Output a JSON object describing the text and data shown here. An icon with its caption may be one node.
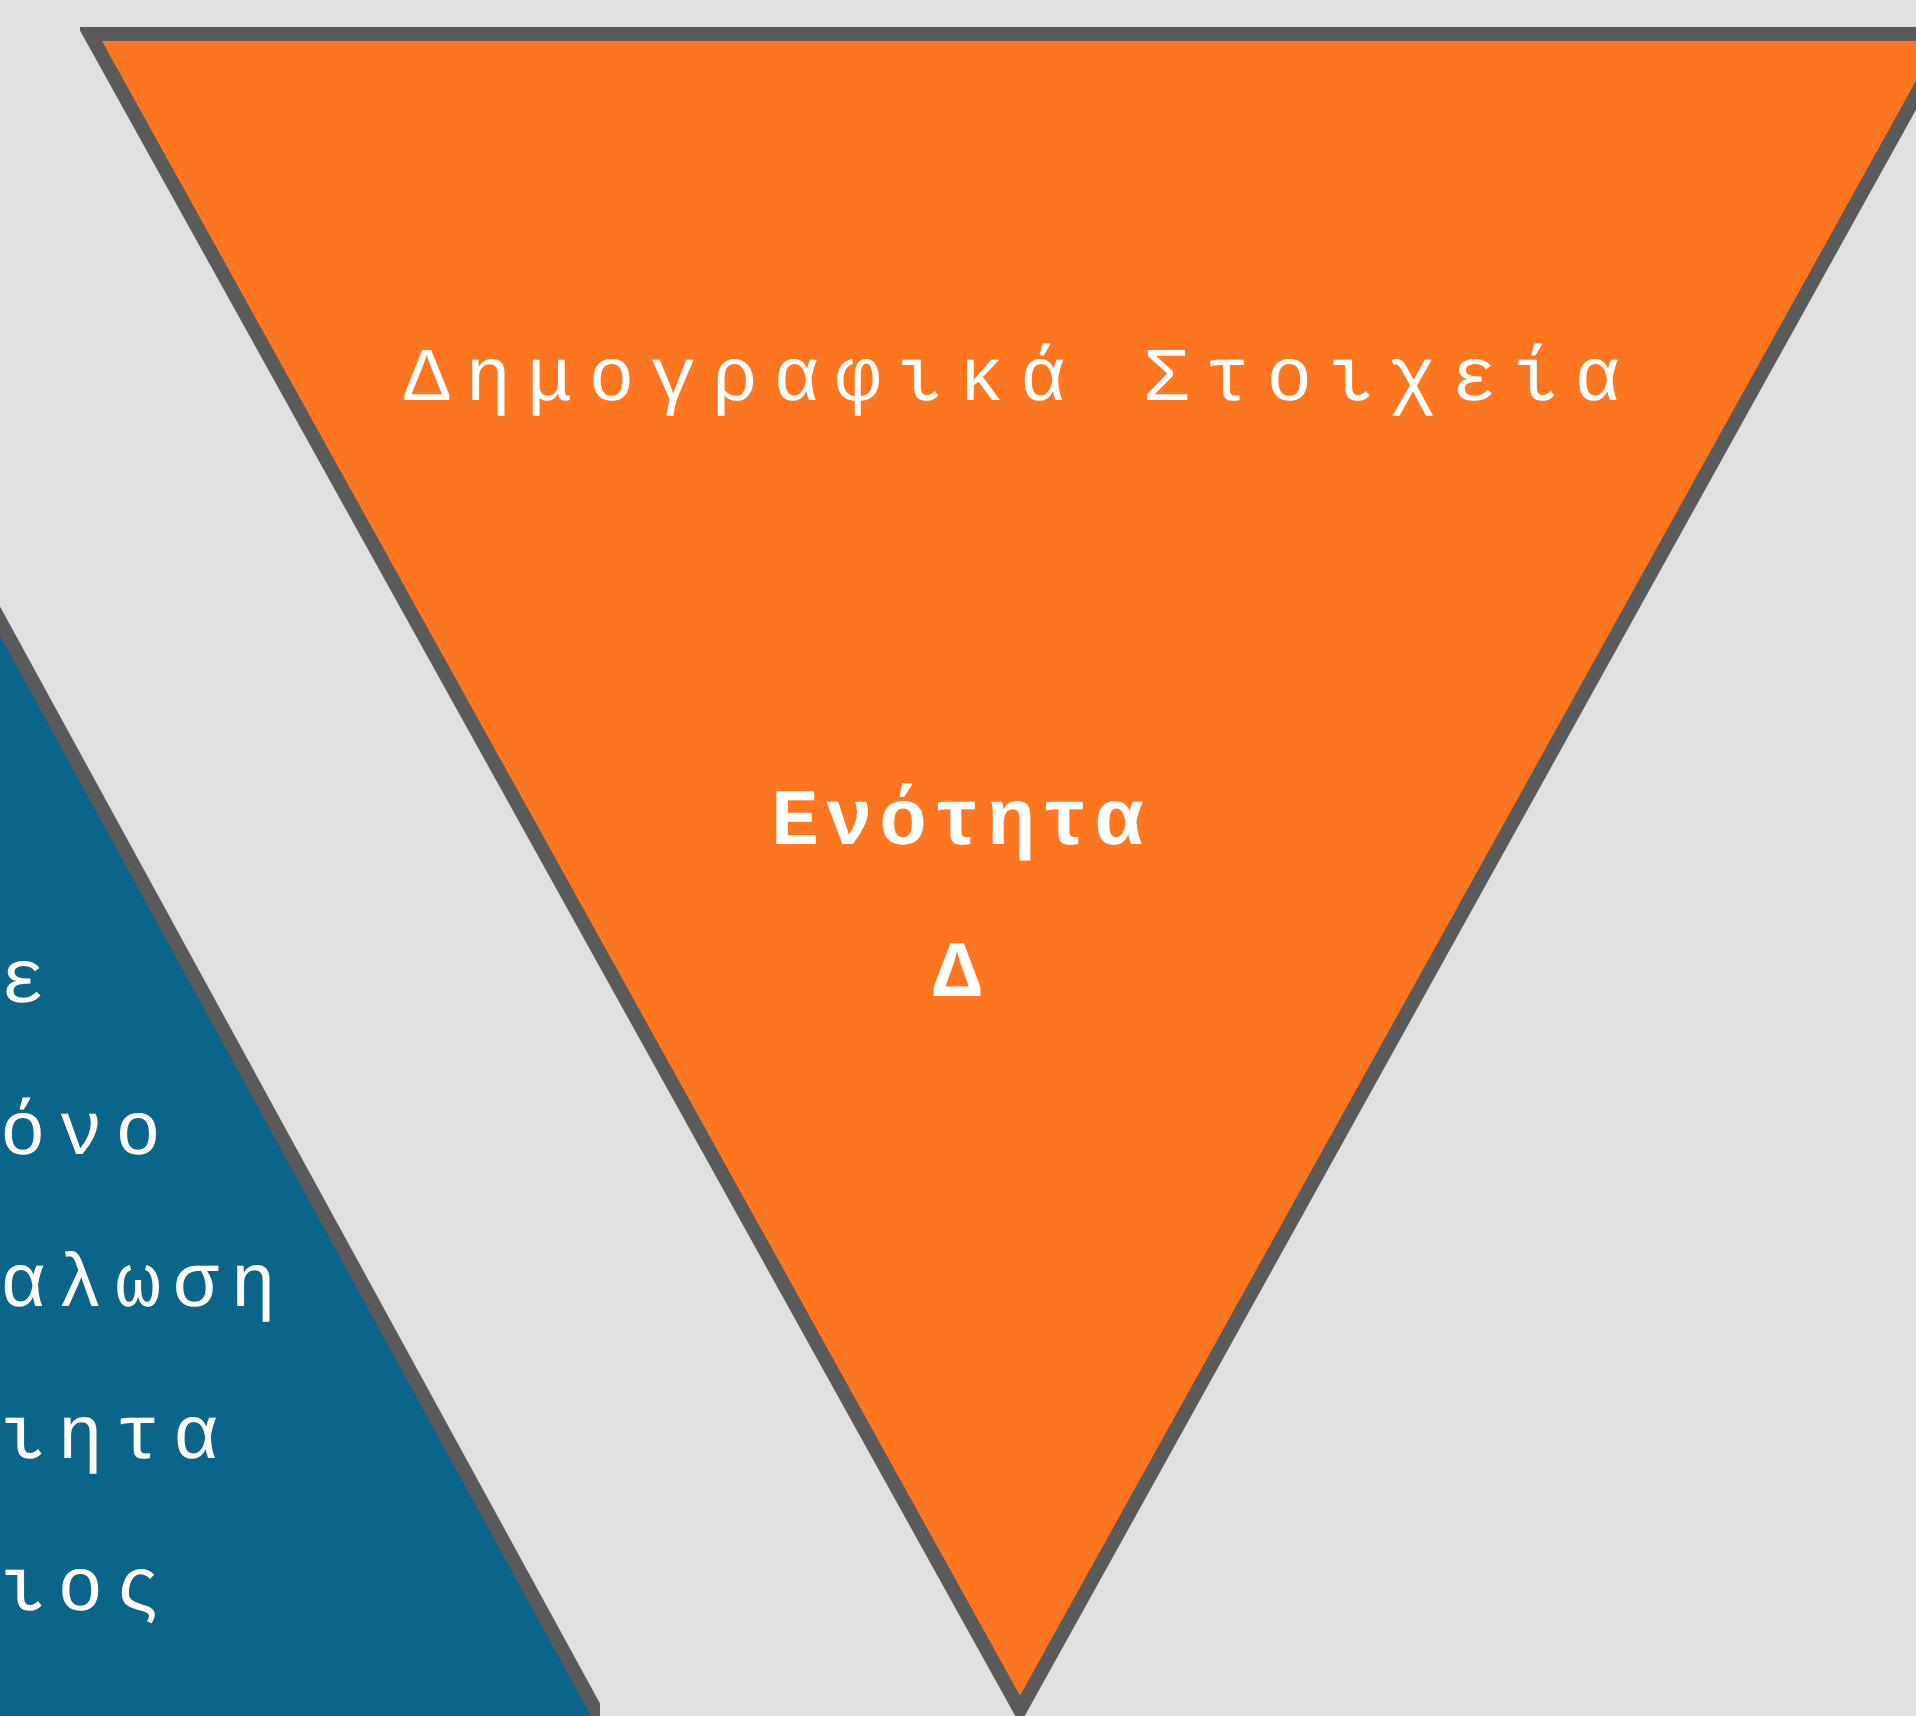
{
  "diagram": {
    "nodes": [
      {
        "text": [
          "ε",
          "όνο",
          "αλωση",
          "ιητα",
          "ιος"
        ]
      },
      {
        "text": [
          "Δημογραφικά Στοιχεία",
          "Ενότητα Δ"
        ]
      }
    ]
  }
}
